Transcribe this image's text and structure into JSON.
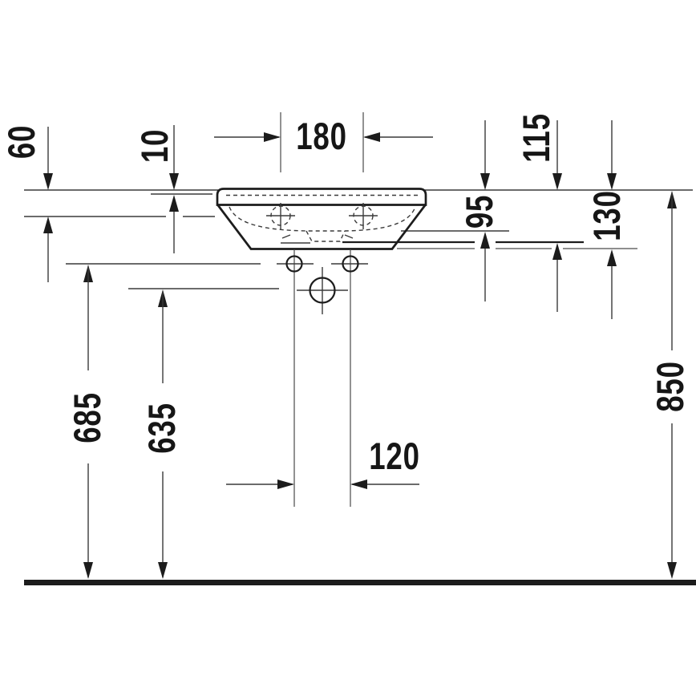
{
  "drawing": {
    "kind": "sanitary-ware-front-elevation-dimension-drawing",
    "colors": {
      "line": "#1c1c1c",
      "background": "#ffffff"
    },
    "dimensions": {
      "d60": "60",
      "d10": "10",
      "d180": "180",
      "d115": "115",
      "d95": "95",
      "d130": "130",
      "d685": "685",
      "d635": "635",
      "d120": "120",
      "d850": "850"
    }
  }
}
